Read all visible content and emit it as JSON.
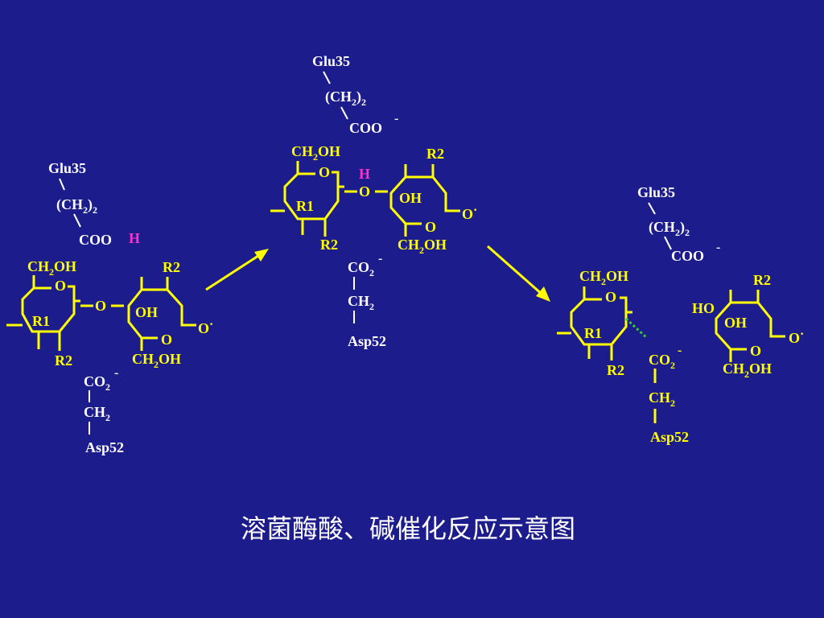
{
  "caption": "溶菌酶酸、碱催化反应示意图",
  "glu": "Glu35",
  "ch": "(CH",
  "two": "2",
  "close": ")",
  "coo": "COO",
  "minus": "-",
  "h": "H",
  "ch2oh_a": "CH",
  "ch2oh_b": "OH",
  "o": "O",
  "oh": "OH",
  "ho": "HO",
  "r1": "R1",
  "r2": "R2",
  "co": "CO",
  "ch2": "CH",
  "asp": "Asp52",
  "o_dot": "O",
  "dot": "·"
}
